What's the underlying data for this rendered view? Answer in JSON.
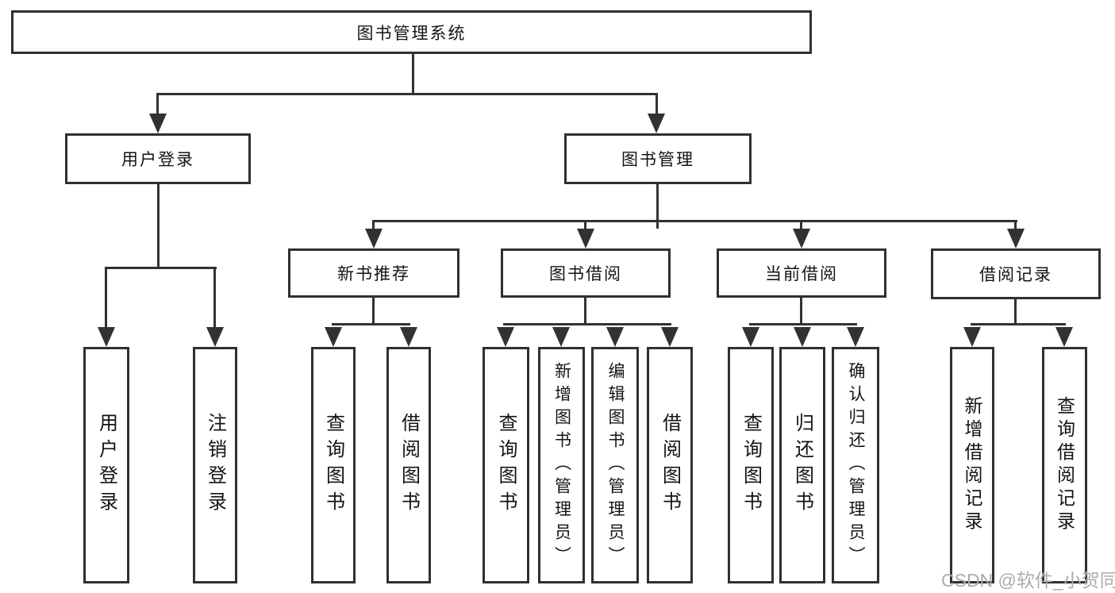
{
  "watermark": "CSDN @软件_小贺同学",
  "colors": {
    "line": "#323232",
    "box_border": "#303030",
    "text": "#141414",
    "watermark": "#ababab",
    "background": "#ffffff"
  },
  "tree": {
    "root": {
      "label": "图书管理系统"
    },
    "branches": [
      {
        "label": "用户登录",
        "children": [
          {
            "label": "用户登录"
          },
          {
            "label": "注销登录"
          }
        ]
      },
      {
        "label": "图书管理",
        "children": [
          {
            "label": "新书推荐",
            "children": [
              {
                "label": "查询图书"
              },
              {
                "label": "借阅图书"
              }
            ]
          },
          {
            "label": "图书借阅",
            "children": [
              {
                "label": "查询图书"
              },
              {
                "label": "新增图书（管理员）"
              },
              {
                "label": "编辑图书（管理员）"
              },
              {
                "label": "借阅图书"
              }
            ]
          },
          {
            "label": "当前借阅",
            "children": [
              {
                "label": "查询图书"
              },
              {
                "label": "归还图书"
              },
              {
                "label": "确认归还（管理员）"
              }
            ]
          },
          {
            "label": "借阅记录",
            "children": [
              {
                "label": "新增借阅记录"
              },
              {
                "label": "查询借阅记录"
              }
            ]
          }
        ]
      }
    ]
  }
}
